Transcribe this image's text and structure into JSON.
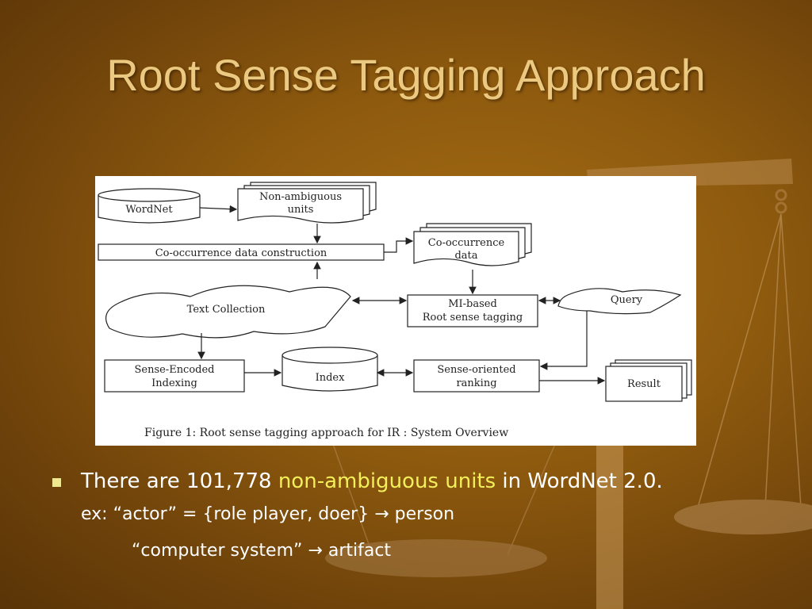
{
  "slide": {
    "title": "Root Sense Tagging Approach"
  },
  "diagram": {
    "nodes": {
      "wordnet": "WordNet",
      "non_ambiguous_line1": "Non-ambiguous",
      "non_ambiguous_line2": "units",
      "cooc_construction": "Co-occurrence data construction",
      "cooc_data_line1": "Co-occurrence",
      "cooc_data_line2": "data",
      "text_collection": "Text Collection",
      "mi_line1": "MI-based",
      "mi_line2": "Root sense tagging",
      "query": "Query",
      "sense_encoded_line1": "Sense-Encoded",
      "sense_encoded_line2": "Indexing",
      "index": "Index",
      "sense_oriented_line1": "Sense-oriented",
      "sense_oriented_line2": "ranking",
      "result": "Result"
    },
    "caption": "Figure 1:  Root sense tagging approach for IR : System Overview"
  },
  "bullets": {
    "main_prefix": "There are 101,778 ",
    "main_highlight": "non-ambiguous units",
    "main_suffix": " in WordNet 2.0.",
    "example_line": "ex: “actor” = {role player, doer} → person",
    "example_line2": "“computer system” → artifact"
  },
  "colors": {
    "title": "#ecc980",
    "highlight": "#f2ef5a",
    "bullet_text": "#ffffff"
  }
}
